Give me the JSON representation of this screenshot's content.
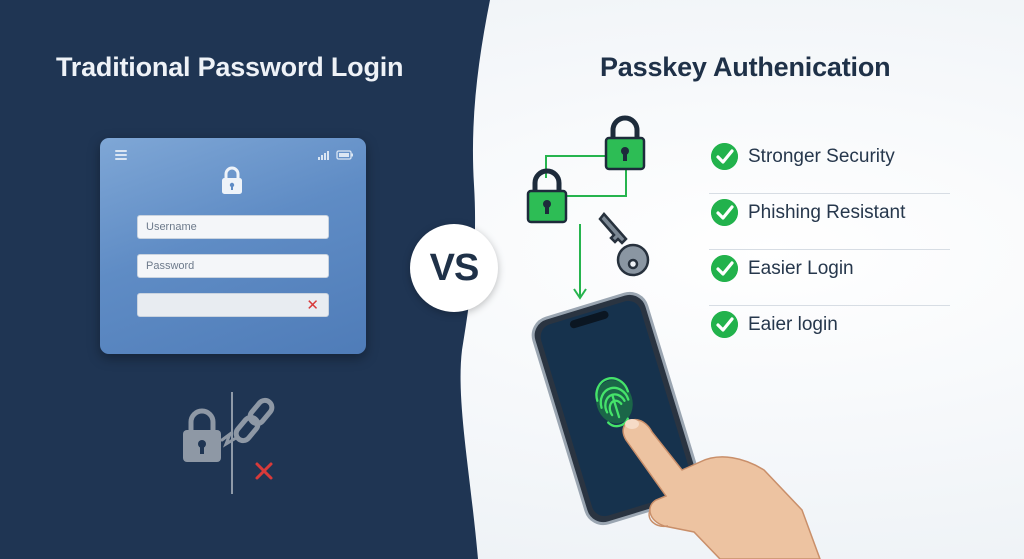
{
  "left_panel": {
    "title": "Traditional Password Login",
    "form": {
      "username_placeholder": "Username",
      "password_placeholder": "Password",
      "error_mark": "✕"
    }
  },
  "versus_label": "VS",
  "right_panel": {
    "title": "Passkey Authenication",
    "features": [
      {
        "label": "Stronger Security"
      },
      {
        "label": "Phishing Resistant"
      },
      {
        "label": "Easier Login"
      },
      {
        "label": "Eaier login"
      }
    ]
  },
  "colors": {
    "dark_navy": "#1f3553",
    "accent_green": "#22b24c",
    "error_red": "#d83a3a"
  },
  "icons": [
    "lock-icon",
    "broken-chain-icon",
    "key-icon",
    "fingerprint-icon",
    "check-icon",
    "menu-icon",
    "signal-icon",
    "battery-icon"
  ]
}
